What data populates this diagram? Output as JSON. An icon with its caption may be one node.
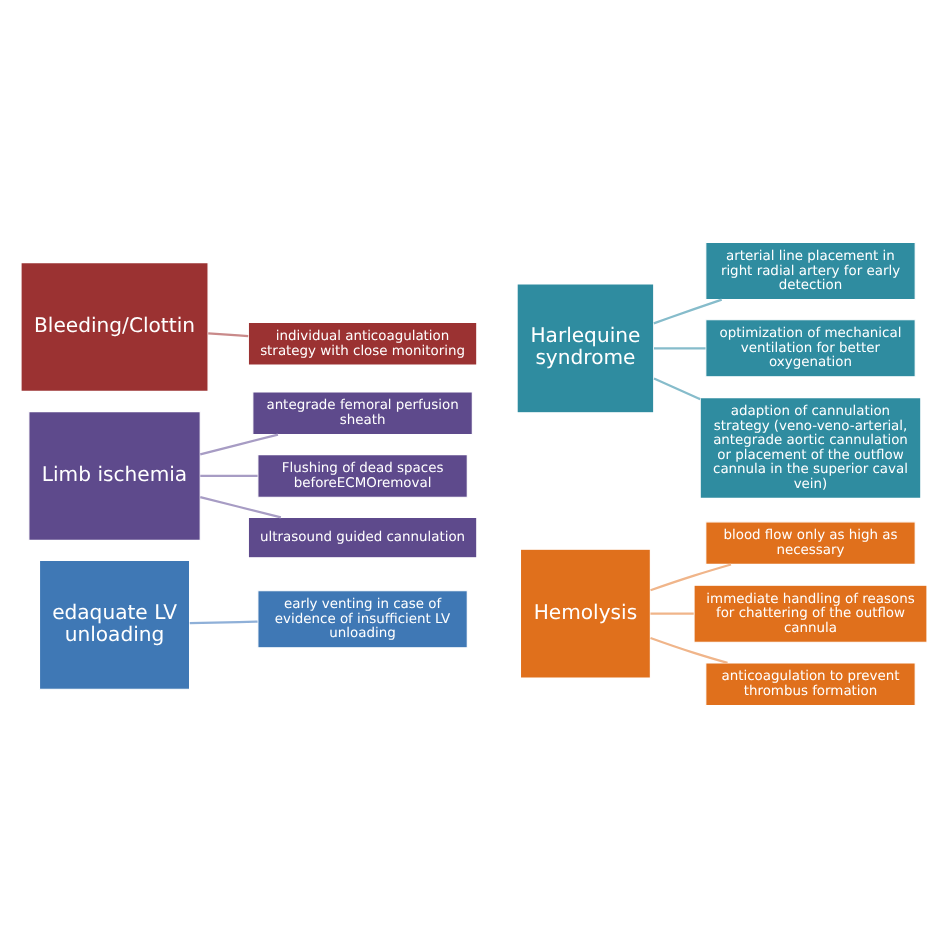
{
  "diagram": {
    "nodes": [
      {
        "text": [
          "Bleeding/Clottin"
        ]
      },
      {
        "text": [
          "individual anticoagulation strategy with close monitoring"
        ]
      },
      {
        "text": [
          "Limb ischemia"
        ]
      },
      {
        "text": [
          "ultrasound guided cannulation"
        ]
      },
      {
        "text": [
          "antegrade femoral perfusion sheath"
        ]
      },
      {
        "text": [
          "Flushing of dead spaces beforeECMOremoval"
        ]
      },
      {
        "text": [
          "edaquate LV unloading"
        ]
      },
      {
        "text": [
          "early venting in case of evidence of insufficient LV unloading"
        ]
      },
      {
        "text": [
          "Harlequine syndrome"
        ]
      },
      {
        "text": [
          "arterial line placement in right radial artery for early detection"
        ]
      },
      {
        "text": [
          "optimization of mechanical ventilation for better oxygenation"
        ]
      },
      {
        "text": [
          "adaption of cannulation strategy (veno-veno-arterial, antegrade aortic cannulation or placement of the outflow cannula in the superior caval vein)"
        ]
      },
      {
        "text": [
          "Hemolysis"
        ]
      },
      {
        "text": [
          "blood flow only as high as necessary"
        ]
      },
      {
        "text": [
          "immediate handling of reasons for chattering of the outflow cannula"
        ]
      },
      {
        "text": [
          "anticoagulation to prevent thrombus formation"
        ]
      }
    ],
    "edges": [
      {
        "from": 0,
        "to": 1,
        "arrow": "none"
      },
      {
        "from": 2,
        "to": 3,
        "arrow": "none"
      },
      {
        "from": 2,
        "to": 4,
        "arrow": "none"
      },
      {
        "from": 2,
        "to": 5,
        "arrow": "none"
      },
      {
        "from": 6,
        "to": 7,
        "arrow": "none"
      },
      {
        "from": 8,
        "to": 9,
        "arrow": "none"
      },
      {
        "from": 8,
        "to": 10,
        "arrow": "none"
      },
      {
        "from": 8,
        "to": 11,
        "arrow": "none"
      },
      {
        "from": 12,
        "to": 13,
        "arrow": "none"
      },
      {
        "from": 12,
        "to": 14,
        "arrow": "none"
      },
      {
        "from": 12,
        "to": 15,
        "arrow": "none"
      }
    ]
  }
}
